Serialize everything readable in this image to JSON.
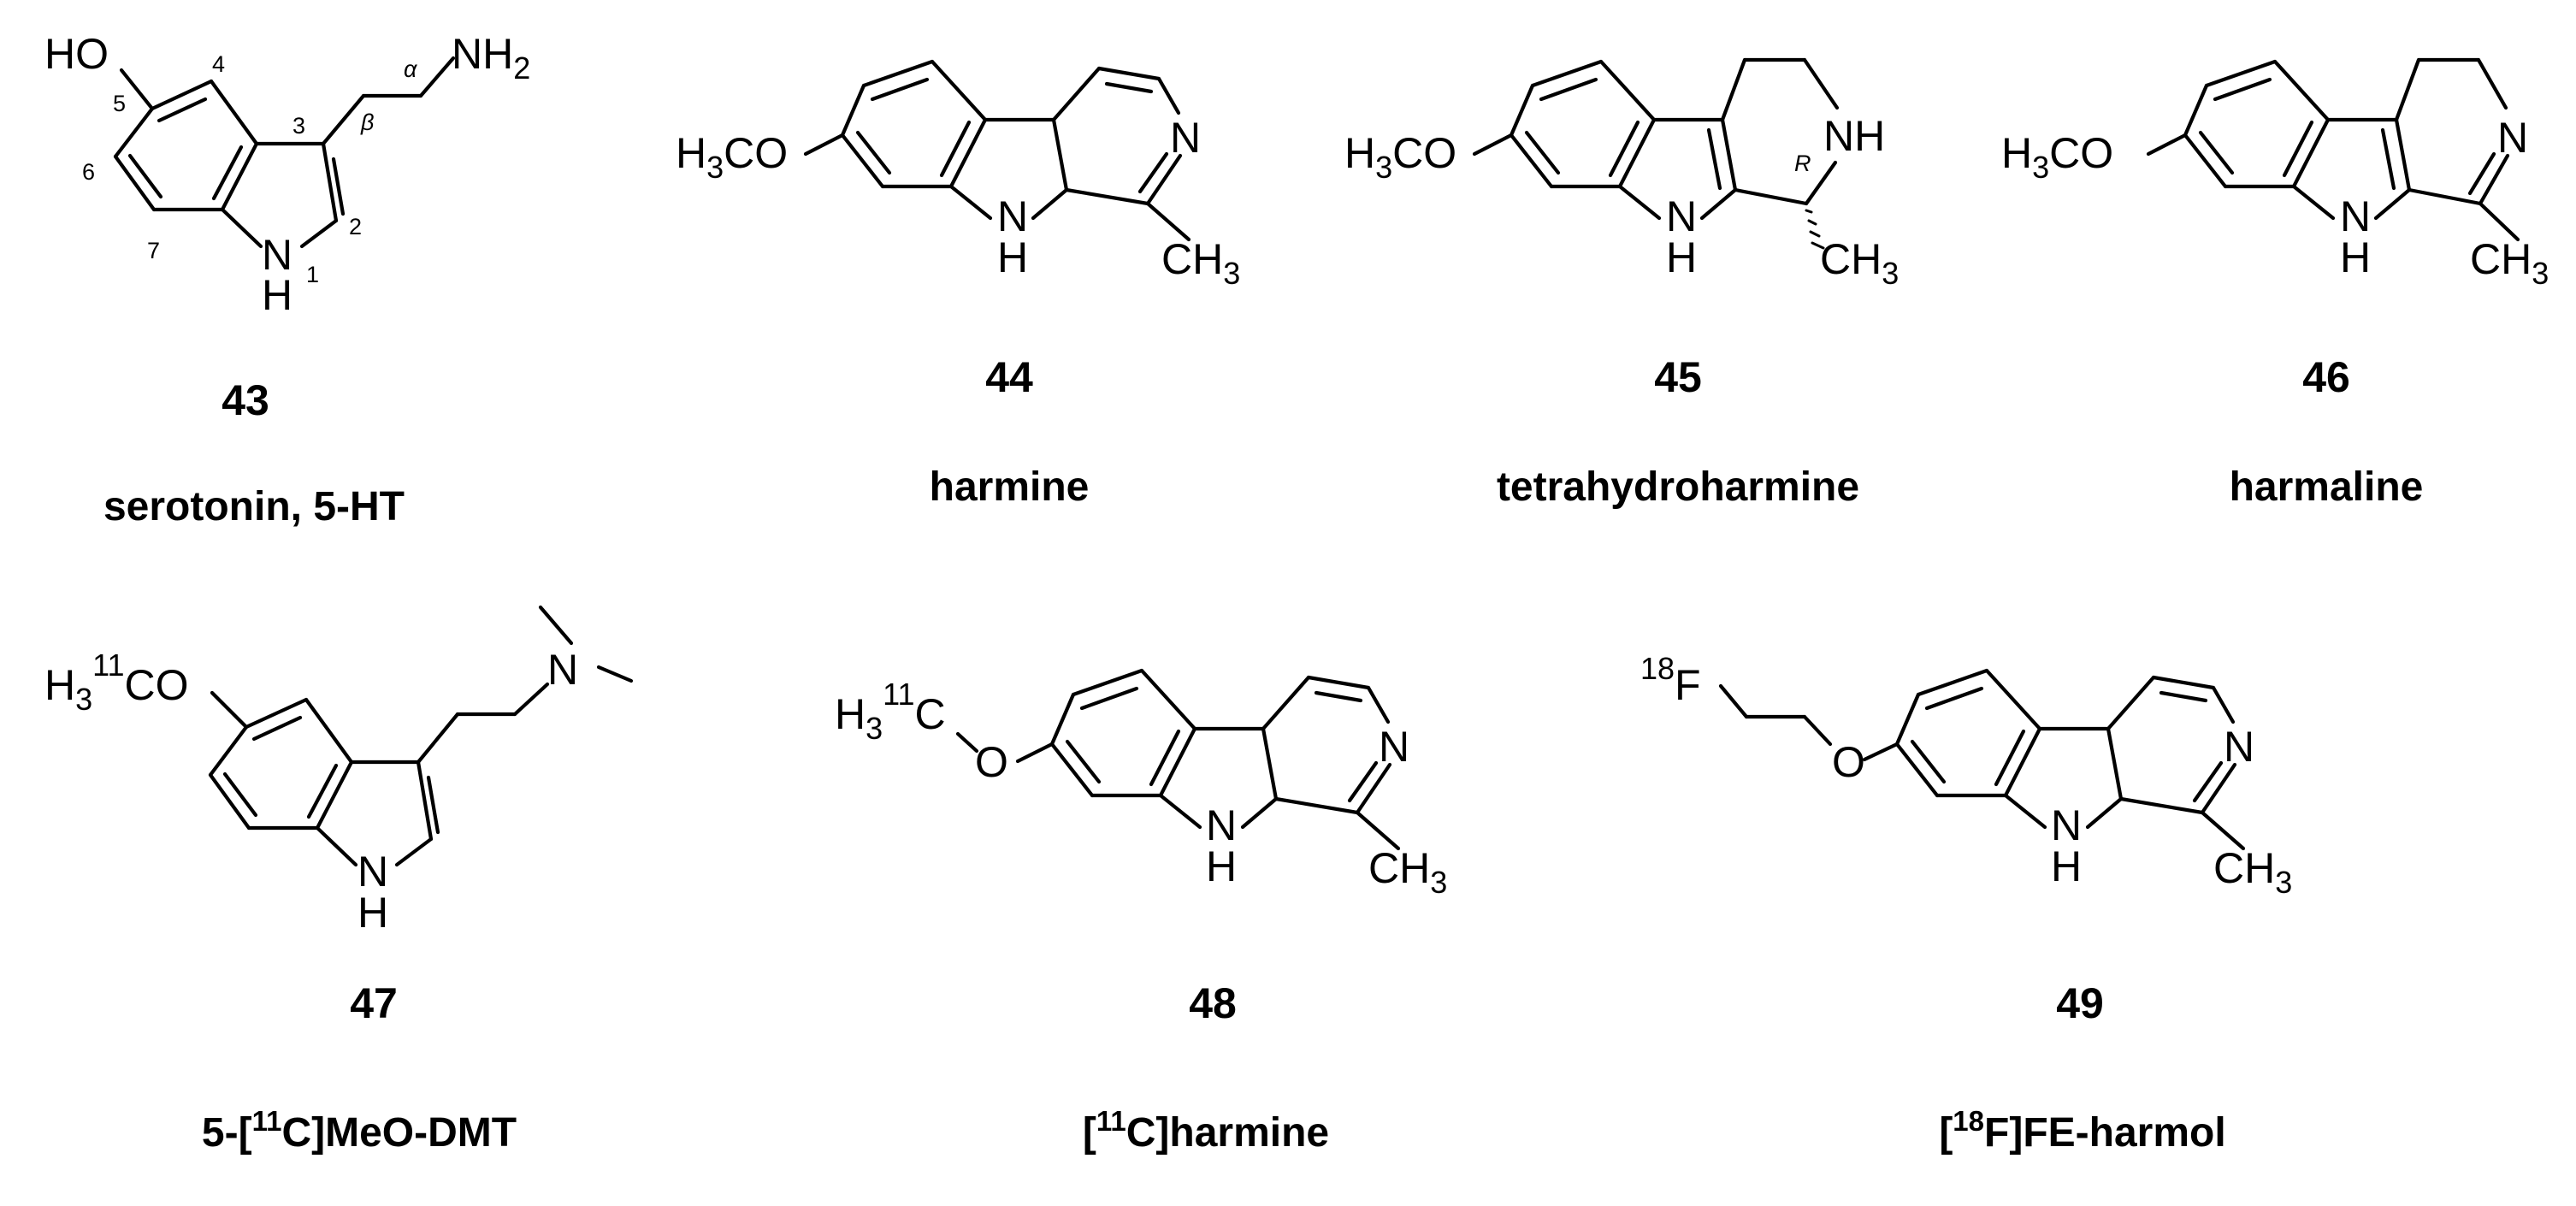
{
  "compounds": [
    {
      "number": "43",
      "name": "serotonin, 5-HT",
      "atoms": {
        "oh": "HO",
        "nh2": "NH",
        "nh2_sub": "2",
        "n1_n": "N",
        "n1_h": "H"
      },
      "ring_numbers": [
        "4",
        "5",
        "6",
        "7",
        "3",
        "2",
        "1"
      ],
      "chain_labels": {
        "alpha": "α",
        "beta": "β"
      }
    },
    {
      "number": "44",
      "name": "harmine",
      "atoms": {
        "h3co_h": "H",
        "h3co_sub": "3",
        "h3co_rest": "CO",
        "n_ring": "N",
        "nh_n": "N",
        "nh_h": "H",
        "ch3_main": "CH",
        "ch3_sub": "3"
      }
    },
    {
      "number": "45",
      "name": "tetrahydroharmine",
      "atoms": {
        "h3co_h": "H",
        "h3co_sub": "3",
        "h3co_rest": "CO",
        "nh_ring": "NH",
        "nh_n": "N",
        "nh_h": "H",
        "ch3_main": "CH",
        "ch3_sub": "3",
        "stereo": "R"
      }
    },
    {
      "number": "46",
      "name": "harmaline",
      "atoms": {
        "h3co_h": "H",
        "h3co_sub": "3",
        "h3co_rest": "CO",
        "n_ring": "N",
        "nh_n": "N",
        "nh_h": "H",
        "ch3_main": "CH",
        "ch3_sub": "3"
      }
    },
    {
      "number": "47",
      "name_parts": {
        "pre": "5-[",
        "sup": "11",
        "post": "C]MeO-DMT"
      },
      "atoms": {
        "h3_h": "H",
        "h3_sub": "3",
        "iso_sup": "11",
        "co": "CO",
        "n_amine": "N",
        "nh_n": "N",
        "nh_h": "H"
      }
    },
    {
      "number": "48",
      "name_parts": {
        "pre": "[",
        "sup": "11",
        "post": "C]harmine"
      },
      "atoms": {
        "h3_h": "H",
        "h3_sub": "3",
        "iso_sup": "11",
        "c": "C",
        "o": "O",
        "n_ring": "N",
        "nh_n": "N",
        "nh_h": "H",
        "ch3_main": "CH",
        "ch3_sub": "3"
      }
    },
    {
      "number": "49",
      "name_parts": {
        "pre": "[",
        "sup": "18",
        "post": "F]FE-harmol"
      },
      "atoms": {
        "iso_sup": "18",
        "f": "F",
        "o": "O",
        "n_ring": "N",
        "nh_n": "N",
        "nh_h": "H",
        "ch3_main": "CH",
        "ch3_sub": "3"
      }
    }
  ]
}
